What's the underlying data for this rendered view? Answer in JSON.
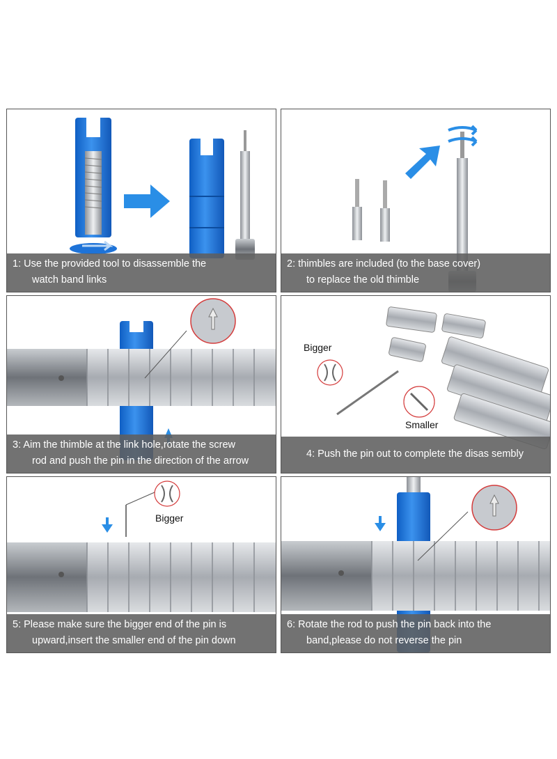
{
  "steps": [
    {
      "num": "1",
      "line1": "Use the provided tool to disassemble the",
      "line2": "watch band links"
    },
    {
      "num": "2",
      "line1": "thimbles are included (to the base cover)",
      "line2": "to replace the old thimble"
    },
    {
      "num": "3",
      "line1": "Aim the thimble at the link hole,rotate the screw",
      "line2": "rod and push the pin in the direction of the arrow"
    },
    {
      "num": "4",
      "line1": "Push the pin out to complete the disas sembly",
      "line2": ""
    },
    {
      "num": "5",
      "line1": "Please make sure the bigger end of the pin is",
      "line2": "upward,insert the smaller end of the pin down"
    },
    {
      "num": "6",
      "line1": "Rotate the rod to push the pin back into the",
      "line2": "band,please do not reverse the pin"
    }
  ],
  "labels": {
    "bigger": "Bigger",
    "smaller": "Smaller",
    "bigger_5": "Bigger"
  },
  "colors": {
    "tool_blue": "#1e73d8",
    "arrow_blue": "#2a8ee6",
    "steel": "#a9adb3",
    "caption_bg": "#5f5f5f"
  }
}
